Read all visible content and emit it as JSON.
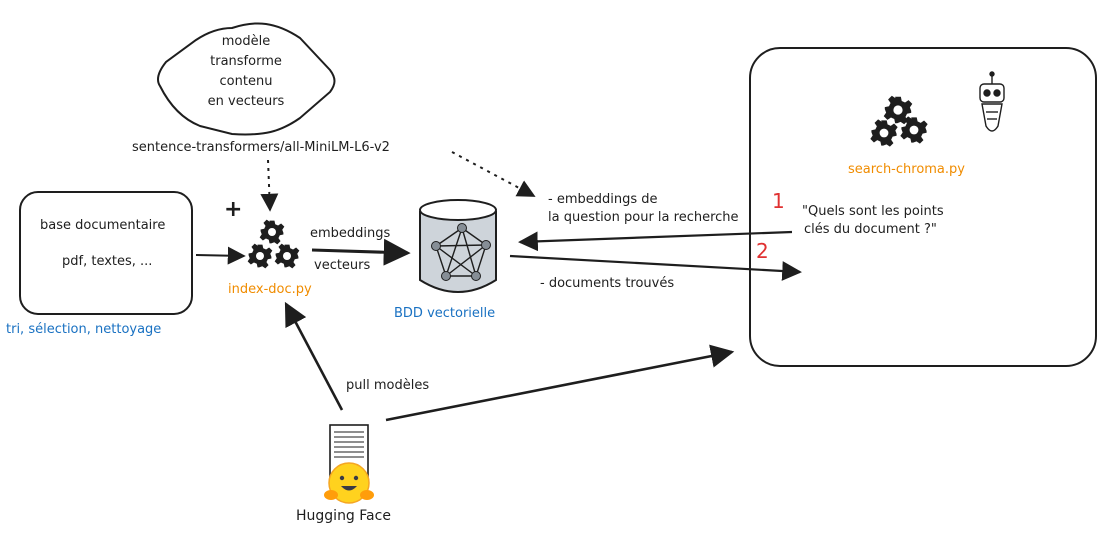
{
  "diamond": {
    "line1": "modèle",
    "line2": "transforme",
    "line3": "contenu",
    "line4": "en vecteurs"
  },
  "model_name": "sentence-transformers/all-MiniLM-L6-v2",
  "docs_box": {
    "title": "base documentaire",
    "subtitle": "pdf, textes, ...",
    "caption": "tri, sélection, nettoyage"
  },
  "plus": "+",
  "index_script": "index-doc.py",
  "embed_label": {
    "line1": "embeddings",
    "line2": "vecteurs"
  },
  "vector_db": "BDD vectorielle",
  "question_embed": {
    "line1": "- embeddings de",
    "line2": "la question pour la recherche"
  },
  "found_docs": "- documents trouvés",
  "search_script": "search-chroma.py",
  "question": {
    "line1": "\"Quels sont les points",
    "line2": "clés du document ?\""
  },
  "step_numbers": [
    "1",
    "2"
  ],
  "pull_label": "pull modèles",
  "hf_label": "Hugging Face",
  "colors": {
    "stroke": "#1e1e1e",
    "blue_text": "#1971c2",
    "orange_text": "#f08c00",
    "red_numbers": "#e03131",
    "db_fill": "#ced4da",
    "hf_yellow": "#ffd21e"
  }
}
